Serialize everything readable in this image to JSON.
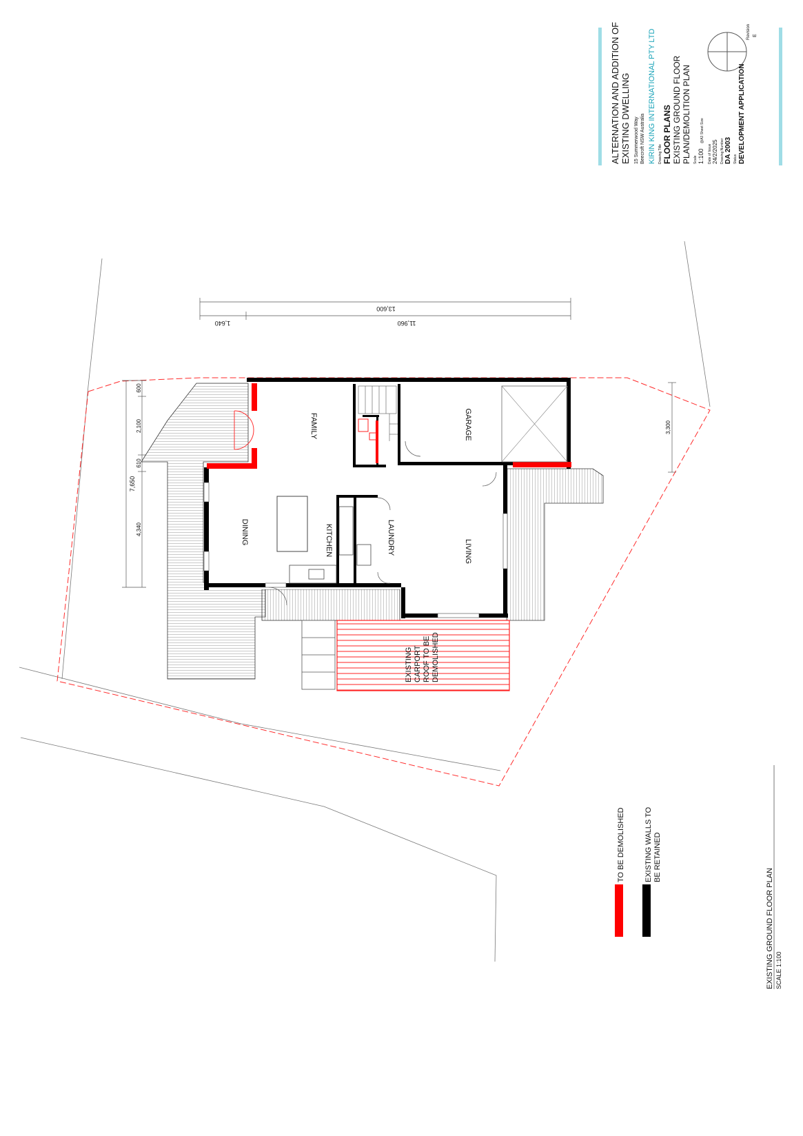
{
  "title_block": {
    "project_line1": "ALTERNATION AND ADDITION OF",
    "project_line2": "EXISTING DWELLING",
    "address_line1": "15 Summerwood Way",
    "address_line2": "Beecroft  NSW  Australia",
    "company": "KIRIN KING INTERNATIONAL PTY LTD",
    "drawing_title_caption": "Drawing Title",
    "drawing_title": "FLOOR PLANS",
    "drawing_subtitle_line1": "EXISTING GROUND FLOOR",
    "drawing_subtitle_line2": "PLAN/DEMOLITION PLAN",
    "scale_caption": "Scale",
    "scale_value": "1:100",
    "sheet_size": "@A3 Sheet Size",
    "date_caption": "Date of Issue",
    "date_value": "24/2/2025",
    "drawing_number_caption": "Drawing Number",
    "drawing_number": "DA 2003",
    "status_caption": "Status",
    "status_value": "DEVELOPMENT APPLICATION",
    "revision_caption": "Revision",
    "revision_value": "E",
    "accent_color": "#9fdde6",
    "company_color": "#19a3b8"
  },
  "dimensions": {
    "overall_width": "13,600",
    "main_width": "11,960",
    "offset": "1,640",
    "left_total": "7,650",
    "left_d1": "600",
    "left_d2": "2,100",
    "left_d3": "610",
    "left_d4": "4,340",
    "right_d1": "3,300"
  },
  "rooms": {
    "family": "FAMILY",
    "garage": "GARAGE",
    "dining": "DINING",
    "kitchen": "KITCHEN",
    "laundry": "LAUNDRY",
    "living": "LIVING",
    "carport_line1": "EXISTING",
    "carport_line2": "CARPORT",
    "carport_line3": "ROOF TO BE",
    "carport_line4": "DEMOLISHED"
  },
  "legend": {
    "demolish_label": "TO BE DEMOLISHED",
    "retain_line1": "EXISTING WALLS TO",
    "retain_line2": "BE RETAINED",
    "demolish_color": "#ff0000",
    "retain_color": "#000000"
  },
  "plan_caption": {
    "title": "EXISTING GROUND FLOOR PLAN",
    "scale": "SCALE 1:100"
  }
}
